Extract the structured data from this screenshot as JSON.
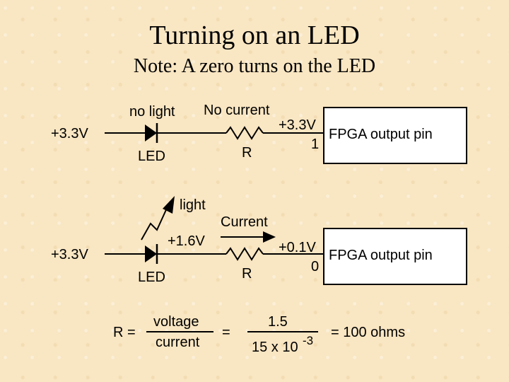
{
  "slide": {
    "title": "Turning on an LED",
    "subtitle": "Note: A zero turns on the LED"
  },
  "circuit_top": {
    "supply": "+3.3V",
    "led_state": "no light",
    "current_label": "No current",
    "pin_voltage": "+3.3V",
    "pin_value": "1",
    "led_label": "LED",
    "resistor_label": "R",
    "fpga_label": "FPGA output pin"
  },
  "circuit_bottom": {
    "supply": "+3.3V",
    "light_label": "light",
    "led_voltage": "+1.6V",
    "current_label": "Current",
    "pin_voltage": "+0.1V",
    "pin_value": "0",
    "led_label": "LED",
    "resistor_label": "R",
    "fpga_label": "FPGA output pin"
  },
  "equation": {
    "lhs": "R =",
    "numerator": "voltage",
    "denominator": "current",
    "equals": "=",
    "num_value": "1.5",
    "den_value": "15 x 10",
    "den_exponent": "-3",
    "result": "= 100 ohms"
  }
}
